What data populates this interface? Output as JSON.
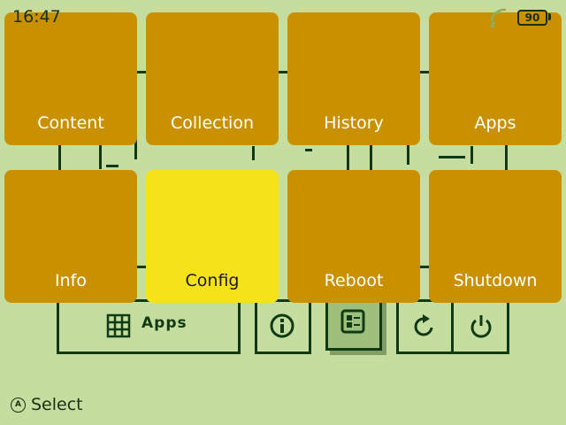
{
  "status": {
    "time": "16:47",
    "battery_level": "90",
    "wifi_icon": "wifi-icon"
  },
  "background": {
    "apps_label": "Apps"
  },
  "menu": {
    "tiles": [
      {
        "label": "Content"
      },
      {
        "label": "Collection"
      },
      {
        "label": "History"
      },
      {
        "label": "Apps"
      },
      {
        "label": "Info"
      },
      {
        "label": "Config",
        "selected": true
      },
      {
        "label": "Reboot"
      },
      {
        "label": "Shutdown"
      }
    ]
  },
  "footer": {
    "button": "A",
    "action": "Select"
  },
  "colors": {
    "background": "#c5dd9f",
    "tile": "#c99100",
    "tile_selected": "#f6e21a",
    "outline": "#0f3a12"
  }
}
